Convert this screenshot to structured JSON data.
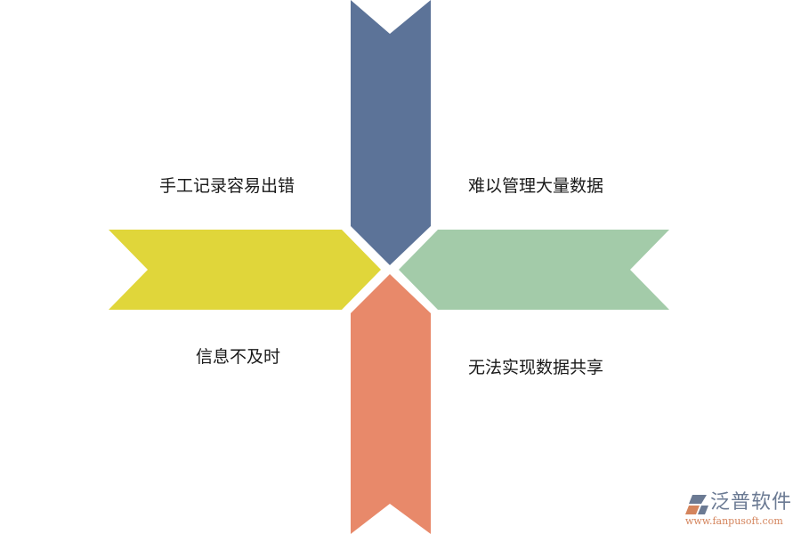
{
  "diagram": {
    "type": "four-arrow-cross",
    "arrows": [
      {
        "id": "top",
        "direction": "down",
        "color": "#5c7398"
      },
      {
        "id": "left",
        "direction": "right",
        "color": "#e0d63a"
      },
      {
        "id": "right",
        "direction": "left",
        "color": "#a3cba9"
      },
      {
        "id": "bottom",
        "direction": "up",
        "color": "#e8896a"
      }
    ],
    "labels": {
      "top_left": "手工记录容易出错",
      "top_right": "难以管理大量数据",
      "bottom_left": "信息不及时",
      "bottom_right": "无法实现数据共享"
    }
  },
  "watermark": {
    "brand": "泛普软件",
    "url": "www.fanpusoft.com",
    "colors": {
      "brand": "#6b7a93",
      "url": "#d4845c"
    }
  }
}
